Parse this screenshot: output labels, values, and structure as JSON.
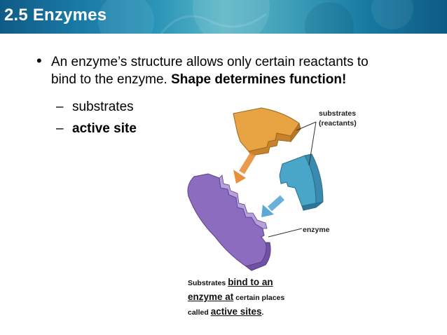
{
  "header": {
    "title": "2.5 Enzymes"
  },
  "bullet": {
    "text_line1": "An enzyme’s structure allows only certain reactants to",
    "text_line2": "bind to the enzyme. ",
    "text_bold": "Shape determines function!"
  },
  "subbullets": [
    {
      "dash": "–",
      "label": "substrates"
    },
    {
      "dash": "–",
      "label": "active site"
    }
  ],
  "diagram": {
    "label_substrates_line1": "substrates",
    "label_substrates_line2": "(reactants)",
    "label_enzyme": "enzyme",
    "colors": {
      "substrate_orange": "#e8a443",
      "substrate_blue": "#4aa6c8",
      "enzyme_purple": "#8c6cbf",
      "arrow_orange": "#e8903a",
      "arrow_blue": "#5aa8d8"
    }
  },
  "caption": {
    "part1": "Substrates ",
    "part2": "bind to an",
    "part3": "enzyme at",
    "part4": " certain places",
    "part5": "called ",
    "part6": "active sites",
    "part7": "."
  }
}
